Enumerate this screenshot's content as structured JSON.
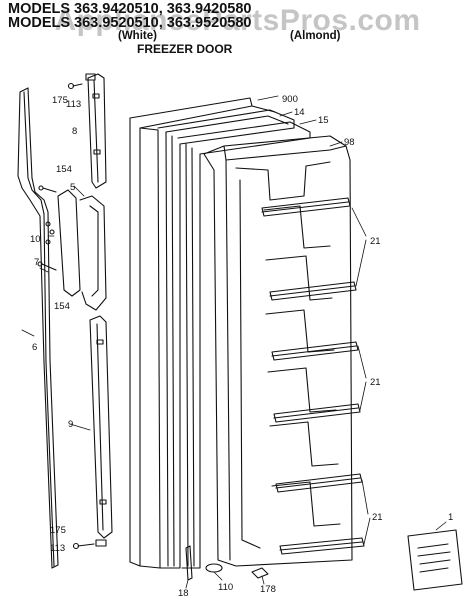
{
  "header": {
    "models_line_1": "MODELS 363.9420510, 363.9420580",
    "models_line_2": "MODELS 363.9520510, 363.9520580",
    "color_white": "(White)",
    "color_almond": "(Almond)",
    "section_title": "FREEZER DOOR"
  },
  "watermark": "AppliancePartsPros.com",
  "part_labels": {
    "p175_top": "175",
    "p113_top": "113",
    "p8": "8",
    "p154_top": "154",
    "p5": "5",
    "p10": "10",
    "p7": "7",
    "p154_bottom": "154",
    "p6": "6",
    "p9": "9",
    "p175_bottom": "175",
    "p113_bottom": "113",
    "p900": "900",
    "p14": "14",
    "p15": "15",
    "p98": "98",
    "p21_a": "21",
    "p21_b": "21",
    "p21_c": "21",
    "p18": "18",
    "p110": "110",
    "p178": "178",
    "p1": "1"
  }
}
